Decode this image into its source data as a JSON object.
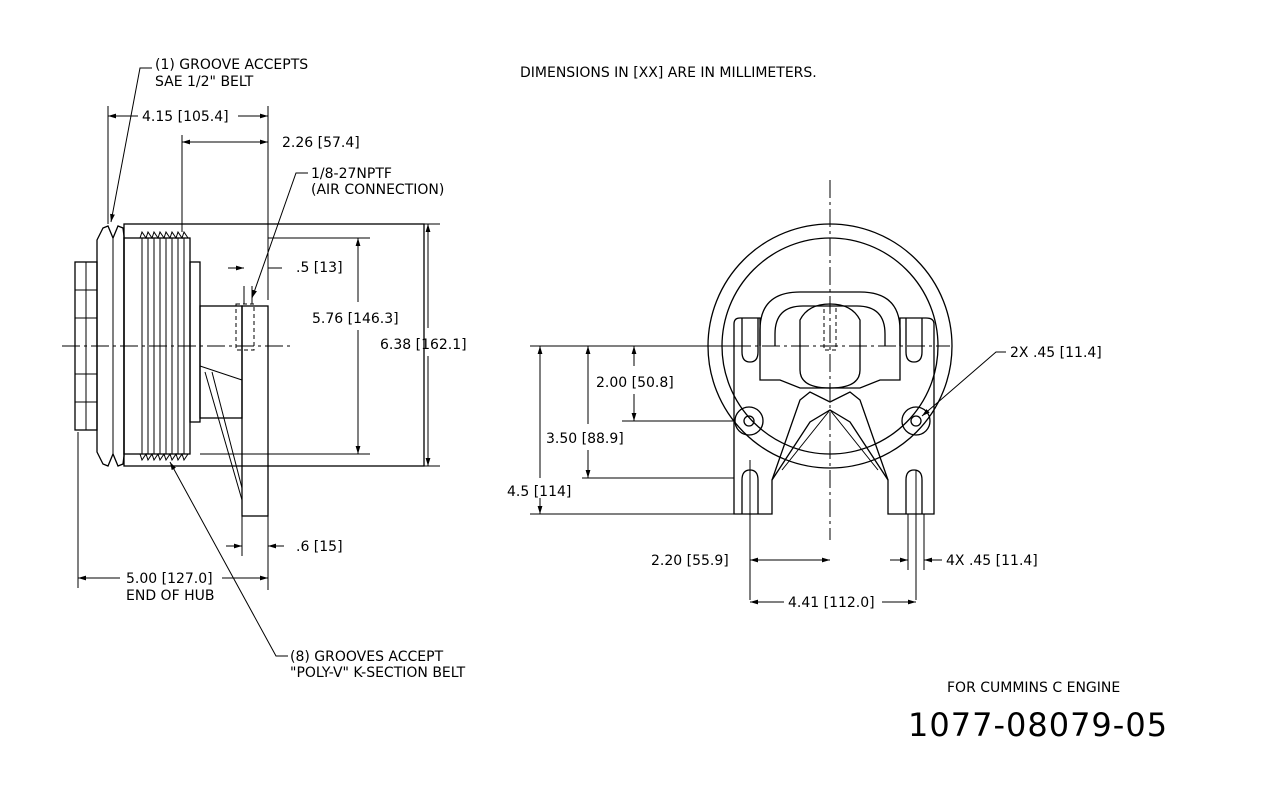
{
  "header": {
    "units_note": "DIMENSIONS IN [XX] ARE IN MILLIMETERS."
  },
  "side_view": {
    "groove_note_line1": "(1) GROOVE ACCEPTS",
    "groove_note_line2": "SAE 1/2\" BELT",
    "dim_overall": "4.15 [105.4]",
    "dim_hub": "2.26 [57.4]",
    "air_line1": "1/8-27NPTF",
    "air_line2": "(AIR CONNECTION)",
    "dim_small_top": ".5 [13]",
    "dim_inner_dia": "5.76 [146.3]",
    "dim_outer_dia": "6.38 [162.1]",
    "dim_small_bottom": ".6 [15]",
    "dim_end_hub": "5.00 [127.0]",
    "end_hub_label": "END OF HUB",
    "polyv_line1": "(8) GROOVES ACCEPT",
    "polyv_line2": "\"POLY-V\" K-SECTION BELT"
  },
  "front_view": {
    "dim_200": "2.00 [50.8]",
    "dim_350": "3.50 [88.9]",
    "dim_45": "4.5 [114]",
    "dim_2x_hole": "2X .45 [11.4]",
    "dim_220": "2.20 [55.9]",
    "dim_4x_slot": "4X .45 [11.4]",
    "dim_441": "4.41 [112.0]"
  },
  "footer": {
    "engine_note": "FOR CUMMINS C ENGINE",
    "part_number": "1077-08079-05"
  }
}
